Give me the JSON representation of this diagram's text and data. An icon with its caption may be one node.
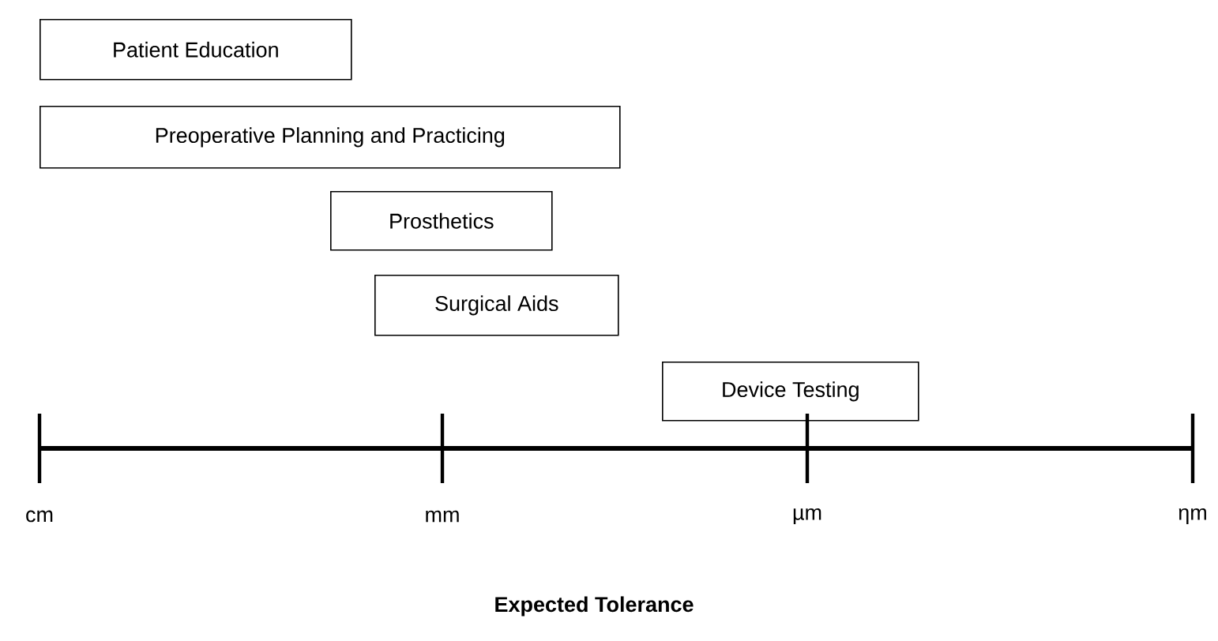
{
  "diagram": {
    "nodes": [
      {
        "text": [
          "Patient Education"
        ]
      },
      {
        "text": [
          "Preoperative Planning and Practicing"
        ]
      },
      {
        "text": [
          "Prosthetics"
        ]
      },
      {
        "text": [
          "Surgical Aids"
        ]
      },
      {
        "text": [
          "Device Testing"
        ]
      }
    ],
    "labels": [
      "cm",
      "mm",
      "µm",
      "ηm",
      "Expected Tolerance"
    ]
  }
}
